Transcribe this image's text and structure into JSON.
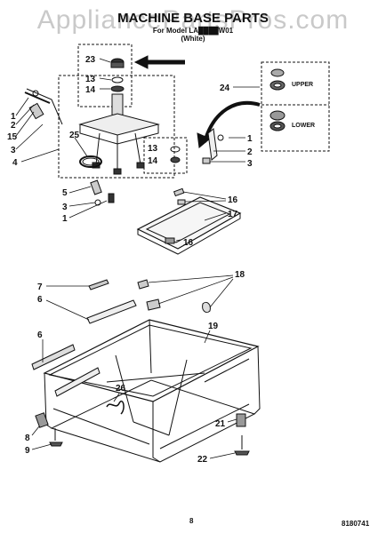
{
  "watermark": "AppliancePartsPros.com",
  "title": "MACHINE BASE PARTS",
  "model_line": "For Model LA████W01",
  "color_line": "(White)",
  "page_number": "8",
  "doc_number": "8180741",
  "gearcase_labels": {
    "upper": "UPPER",
    "lower": "LOWER"
  },
  "callouts": [
    {
      "id": "c23",
      "text": "23"
    },
    {
      "id": "c13a",
      "text": "13"
    },
    {
      "id": "c14a",
      "text": "14"
    },
    {
      "id": "c24",
      "text": "24"
    },
    {
      "id": "c1a",
      "text": "1"
    },
    {
      "id": "c2a",
      "text": "2"
    },
    {
      "id": "c15",
      "text": "15"
    },
    {
      "id": "c3a",
      "text": "3"
    },
    {
      "id": "c4",
      "text": "4"
    },
    {
      "id": "c25",
      "text": "25"
    },
    {
      "id": "c13b",
      "text": "13"
    },
    {
      "id": "c14b",
      "text": "14"
    },
    {
      "id": "c1b",
      "text": "1"
    },
    {
      "id": "c2b",
      "text": "2"
    },
    {
      "id": "c3b",
      "text": "3"
    },
    {
      "id": "c5",
      "text": "5"
    },
    {
      "id": "c3c",
      "text": "3"
    },
    {
      "id": "c1c",
      "text": "1"
    },
    {
      "id": "c16a",
      "text": "16"
    },
    {
      "id": "c17",
      "text": "17"
    },
    {
      "id": "c16b",
      "text": "16"
    },
    {
      "id": "c18",
      "text": "18"
    },
    {
      "id": "c7",
      "text": "7"
    },
    {
      "id": "c6a",
      "text": "6"
    },
    {
      "id": "c19",
      "text": "19"
    },
    {
      "id": "c6b",
      "text": "6"
    },
    {
      "id": "c26",
      "text": "26"
    },
    {
      "id": "c21",
      "text": "21"
    },
    {
      "id": "c8",
      "text": "8"
    },
    {
      "id": "c9",
      "text": "9"
    },
    {
      "id": "c22",
      "text": "22"
    }
  ]
}
